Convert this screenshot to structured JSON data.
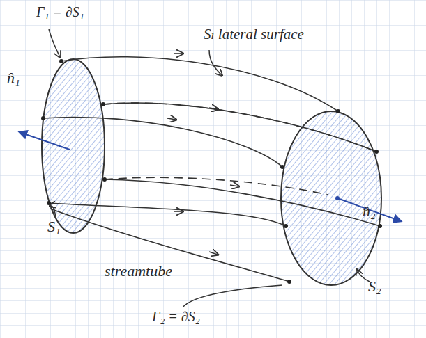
{
  "diagram": {
    "labels": [
      "Γ₁ = ∂S₁",
      "Sₗ lateral surface",
      "n̂₁",
      "S₁",
      "streamtube",
      "Γ₂ = ∂S₂",
      "S₂",
      "n̂₂"
    ]
  }
}
